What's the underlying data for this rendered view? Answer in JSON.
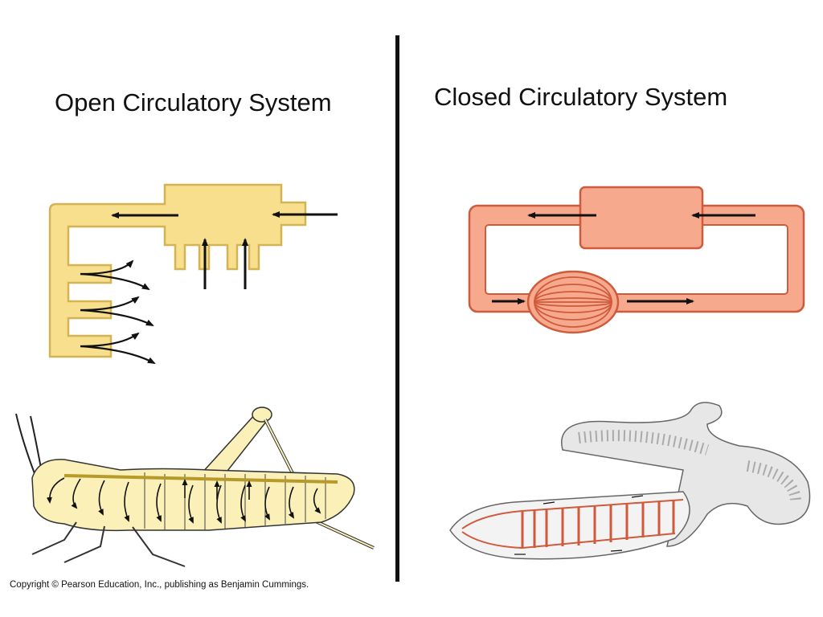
{
  "open": {
    "title": "Open Circulatory System"
  },
  "closed": {
    "title": "Closed Circulatory System"
  },
  "copyright": "Copyright © Pearson Education, Inc., publishing as Benjamin Cummings.",
  "colors": {
    "open_fill": "#f8df8e",
    "open_stroke": "#d4b452",
    "closed_fill": "#f7a98e",
    "closed_stroke": "#cf5a3c",
    "worm_body": "#e7e7e7",
    "grasshopper_body": "#faf0b8",
    "arrow": "#111111",
    "divider": "#111111"
  },
  "icons": [
    "grasshopper-illustration",
    "earthworm-illustration"
  ]
}
